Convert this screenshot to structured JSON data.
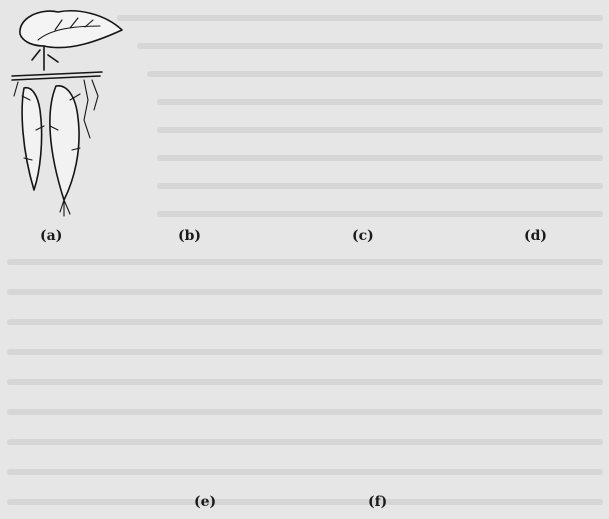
{
  "figure": {
    "panels": [
      {
        "id": "a",
        "label": "(a)",
        "icon": "tuberous-root-sweet-potato"
      },
      {
        "id": "b",
        "label": "(b)",
        "icon": "fasciculated-root"
      },
      {
        "id": "c",
        "label": "(c)",
        "icon": "nodulose-root"
      },
      {
        "id": "d",
        "label": "(d)",
        "icon": "moniliform-root"
      },
      {
        "id": "e",
        "label": "(e)",
        "icon": "stilt-root"
      },
      {
        "id": "f",
        "label": "(f)",
        "icon": "annulated-root"
      }
    ]
  },
  "colors": {
    "background": "#e6e6e6",
    "ink": "#151515"
  }
}
